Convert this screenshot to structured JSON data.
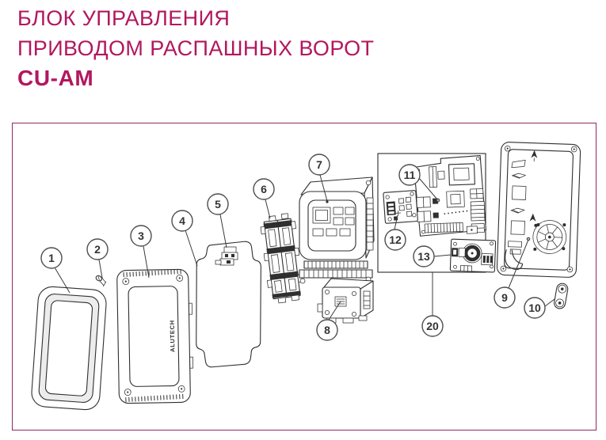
{
  "header": {
    "title_line1": "БЛОК УПРАВЛЕНИЯ",
    "title_line2": "ПРИВОДОМ РАСПАШНЫХ ВОРОТ",
    "model": "CU-AM"
  },
  "diagram": {
    "brand_label": "ALUTECH",
    "callouts": [
      {
        "label": "1"
      },
      {
        "label": "2"
      },
      {
        "label": "3"
      },
      {
        "label": "4"
      },
      {
        "label": "5"
      },
      {
        "label": "6"
      },
      {
        "label": "7"
      },
      {
        "label": "8"
      },
      {
        "label": "9"
      },
      {
        "label": "10"
      },
      {
        "label": "11"
      },
      {
        "label": "12"
      },
      {
        "label": "13"
      },
      {
        "label": "20"
      }
    ]
  },
  "colors": {
    "accent_text": "#b2175e",
    "frame_border": "#8c2a62",
    "art_line": "#2f2f2f"
  }
}
